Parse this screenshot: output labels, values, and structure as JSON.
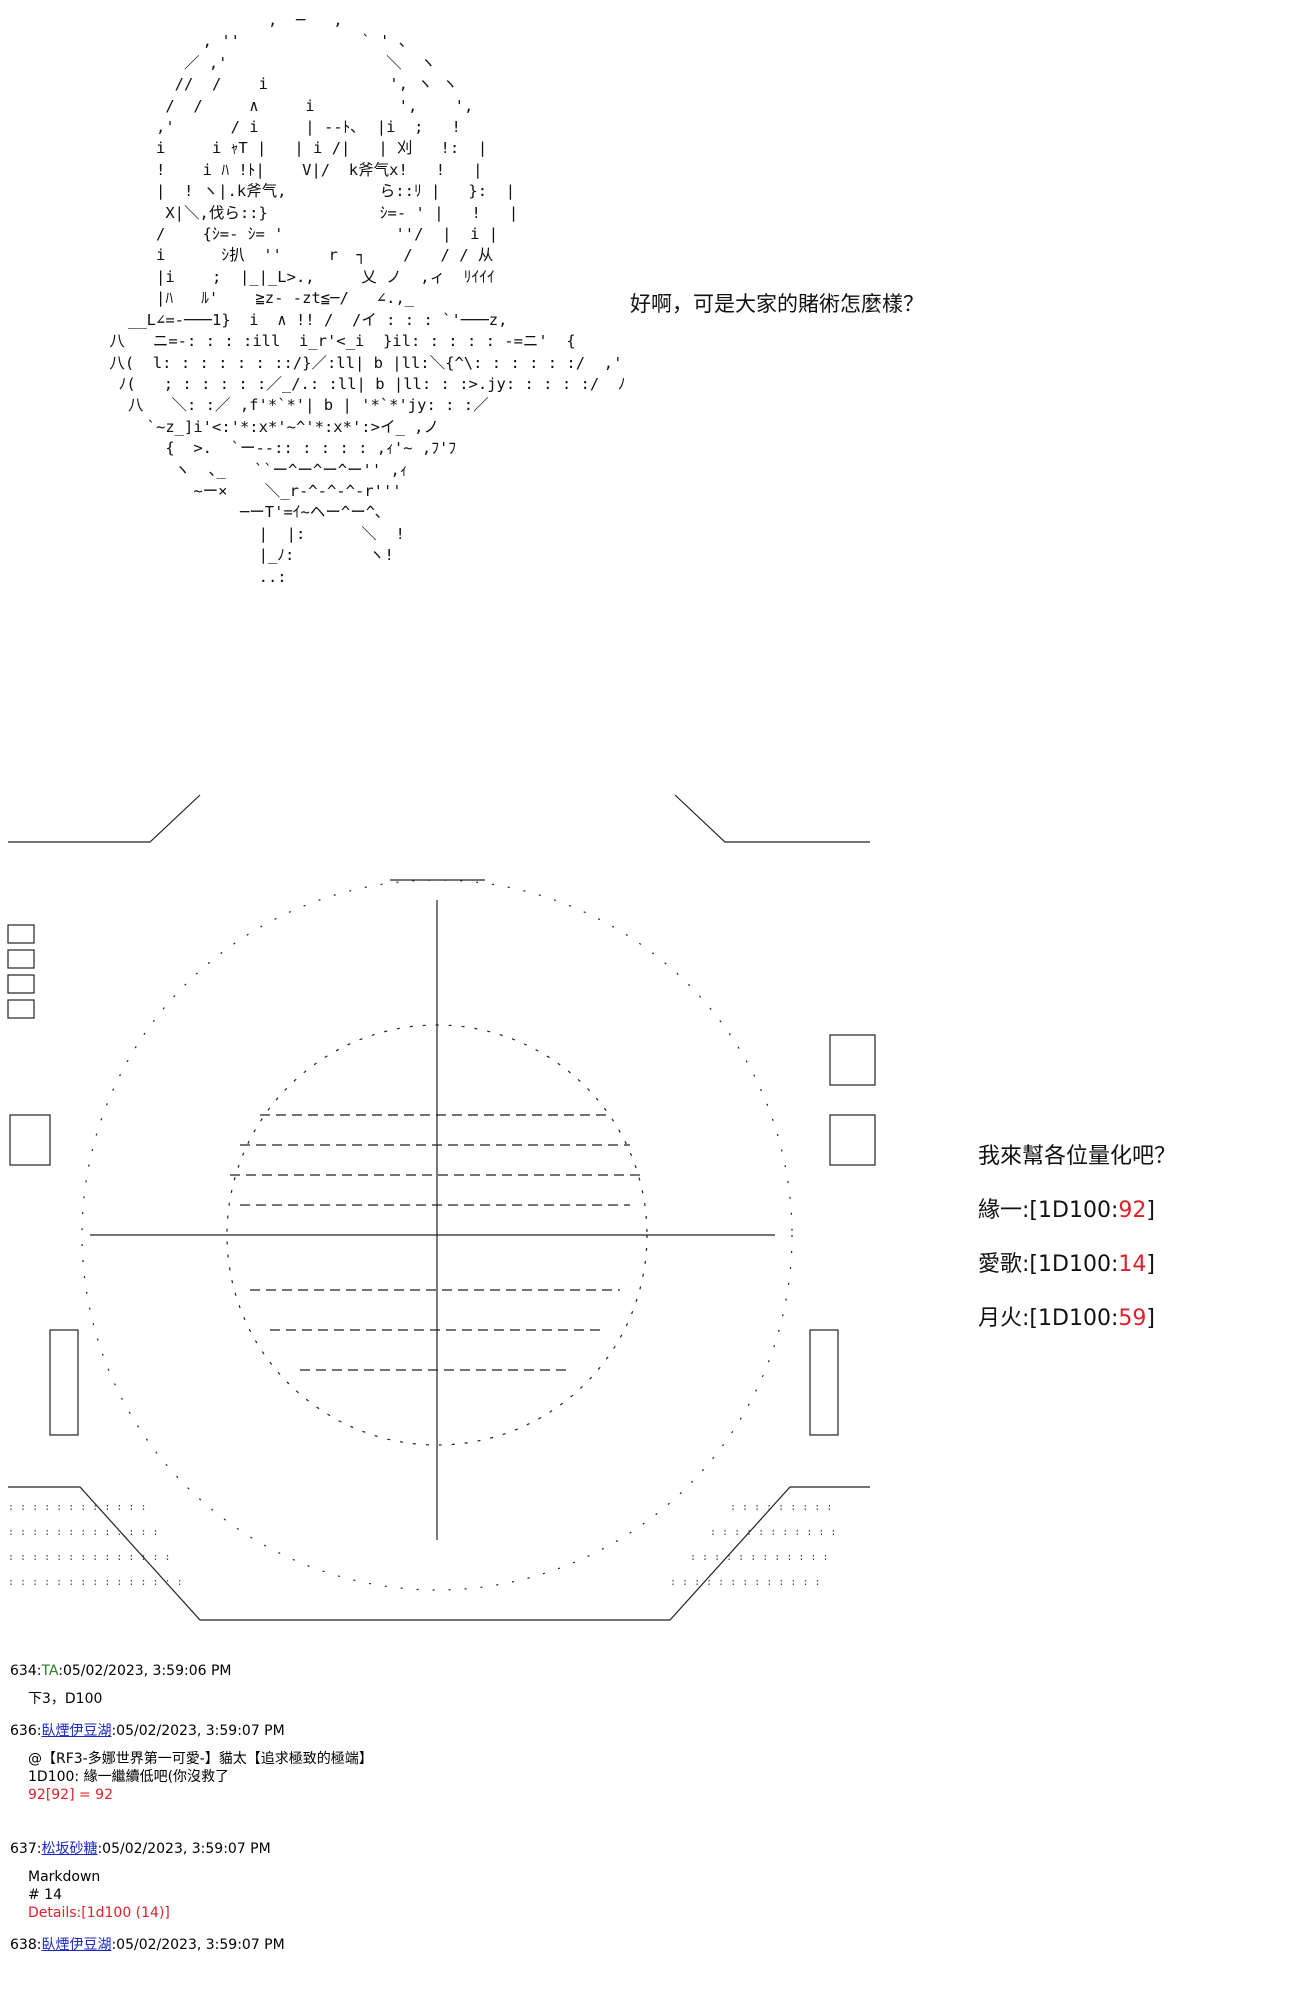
{
  "art_lines": [
    "                  ,  ─   ,",
    "           , ''             ` ' 、",
    "         ／ ,'                 ＼  ヽ",
    "        //  /    i             ', ヽ ヽ",
    "       /  /     ∧     i         ',    ',",
    "      ,'      / i     | --ﾄ､  |i  ;   !",
    "      i     i ｬT |   | i /|   | 刈   !:  |",
    "      !    i ﾊ !ﾄ|    V|/  k斧气x!   !   |",
    "      |  ! ヽ|.k斧气,          ら::ﾘ |   }:  |",
    "       X|＼,伐ら::}            ｼ=- ' |   !   |",
    "      /    {ｼ=- ｼ= '            ''/  |  i |",
    "      i      ｼ扒  ''     r  ┐    /   / / 从",
    "      |i    ;  |_|_L>.,     乂 ノ  ,ィ  ﾘｲｲｲ",
    "      |ﾊ   ﾙ'    ≧z- -zt≦─/   ∠.,_",
    "   __L∠=-───1}  i  ∧ !! /  /イ : : : `'───z,",
    " 八   ニ=-: : : :ill  i_r'<_i  }il: : : : : -=ニ'  {",
    " 八(  l: : : : : : ::/}／:ll| b |ll:＼{^\\: : : : : :/  ,'",
    "  ﾉ(   ; : : : : :／_/.: :ll| b |ll: : :>.jy: : : : :/  ﾉ",
    "   八   ＼: :／ ,f'*`*'| b | '*`*'jy: : :／",
    "     `~z_]i'<:'*:x*'~^'*:x*':>イ_ ,ノ",
    "       {  >.  `ー--:: : : : : ,ｨ'~ ,ﾌ'ﾌ",
    "        ヽ  ､_   ``ー^ー^ー^ー'' ,ｨ",
    "          ~ー×    ＼_r-^-^-^-r'''",
    "               ─ーT'=ｲ~ヘー^ー^､",
    "                 |  |:      ＼  !",
    "                 |_ﾉ:        ヽ!",
    "                 ..:"
  ],
  "speech_1": "好啊，可是大家的賭術怎麼樣？",
  "speech_2": "我來幫各位量化吧？",
  "rolls": [
    {
      "name": "緣一",
      "dice": "1D100",
      "result": "92"
    },
    {
      "name": "愛歌",
      "dice": "1D100",
      "result": "14"
    },
    {
      "name": "月火",
      "dice": "1D100",
      "result": "59"
    }
  ],
  "posts": [
    {
      "num": "634",
      "user": "TA",
      "time": "05/02/2023, 3:59:06 PM",
      "lines": [
        "下3，D100"
      ]
    },
    {
      "num": "636",
      "user": "臥煙伊豆湖",
      "time": "05/02/2023, 3:59:07 PM",
      "lines": [
        "@【RF3-多娜世界第一可愛-】貓太【追求極致的極端】",
        "1D100: 緣一繼續低吧(你沒救了"
      ],
      "red": "92[92] = 92"
    },
    {
      "num": "637",
      "user": "松坂砂糖",
      "time": "05/02/2023, 3:59:07 PM",
      "lines": [
        "Markdown",
        "# 14"
      ],
      "red": "Details:[1d100 (14)]"
    },
    {
      "num": "638",
      "user": "臥煙伊豆湖",
      "time": "05/02/2023, 3:59:07 PM",
      "lines": []
    }
  ],
  "colors": {
    "link": "#1a28c8",
    "red": "#e0202a",
    "green": "#2a7a2a"
  }
}
